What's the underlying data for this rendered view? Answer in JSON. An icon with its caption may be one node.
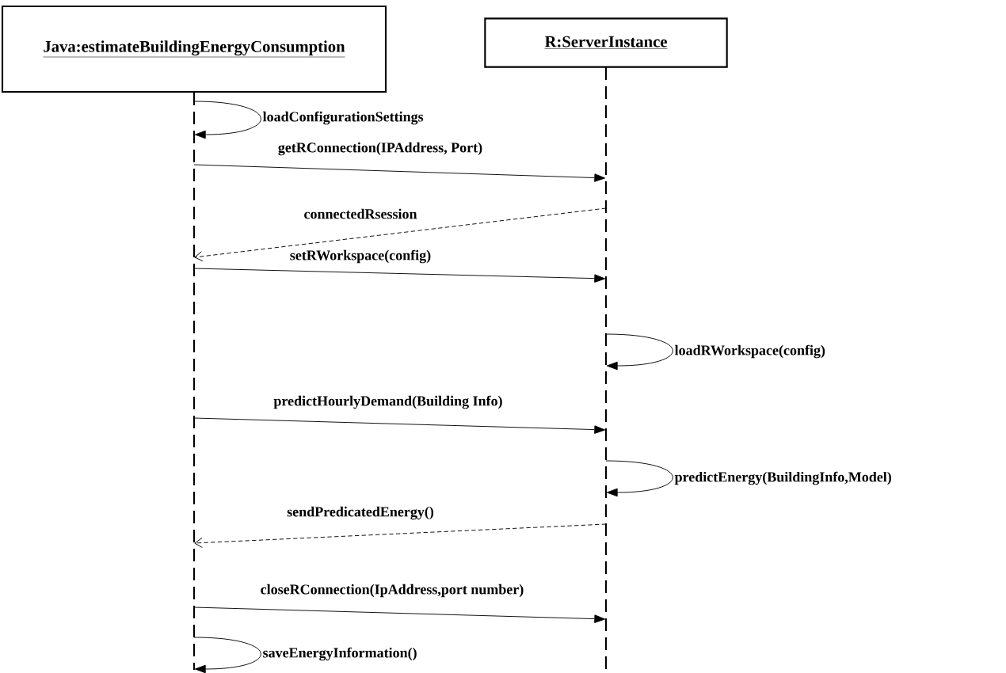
{
  "diagram": {
    "nodes": [
      {
        "text": [
          "Java:estimateBuildingEnergyConsumption"
        ]
      },
      {
        "text": [
          "R:ServerInstance"
        ]
      }
    ],
    "edges": [
      {
        "from": 0,
        "to": 0,
        "arrow": "to",
        "label": "loadConfigurationSettings"
      },
      {
        "from": 0,
        "to": 1,
        "arrow": "to",
        "label": "getRConnection(IPAddress, Port)"
      },
      {
        "from": 1,
        "to": 0,
        "arrow": "to",
        "style": "dashed",
        "label": "connectedRsession"
      },
      {
        "from": 0,
        "to": 1,
        "arrow": "to",
        "label": "setRWorkspace(config)"
      },
      {
        "from": 1,
        "to": 1,
        "arrow": "to",
        "label": "loadRWorkspace(config)"
      },
      {
        "from": 0,
        "to": 1,
        "arrow": "to",
        "label": "predictHourlyDemand(Building Info)"
      },
      {
        "from": 1,
        "to": 1,
        "arrow": "to",
        "label": "predictEnergy(BuildingInfo,Model)"
      },
      {
        "from": 1,
        "to": 0,
        "arrow": "to",
        "style": "dashed",
        "label": "sendPredicatedEnergy()"
      },
      {
        "from": 0,
        "to": 1,
        "arrow": "to",
        "label": "closeRConnection(IpAddress,port number)"
      },
      {
        "from": 0,
        "to": 0,
        "arrow": "to",
        "label": "saveEnergyInformation()"
      }
    ]
  }
}
